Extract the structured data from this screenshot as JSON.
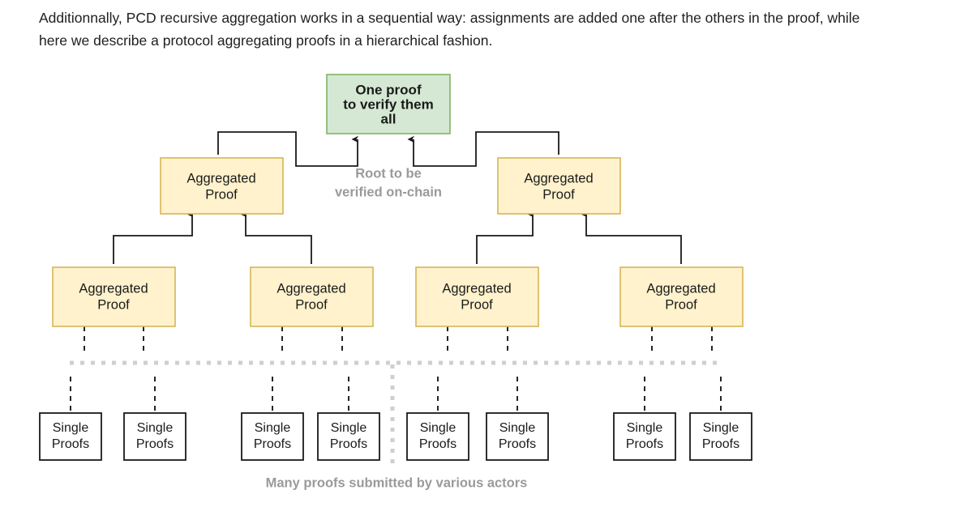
{
  "paragraph": {
    "text": "Additionnally, PCD recursive aggregation works in a sequential way: assignments are added one after the others in the proof, while here we describe a protocol aggregating proofs in a hierarchical fashion."
  },
  "diagram": {
    "root": {
      "label_line1": "One proof",
      "label_line2": "to verify them",
      "label_line3": "all",
      "fill": "#d5e8d4",
      "stroke": "#82b366"
    },
    "root_annotation": {
      "line1": "Root to be",
      "line2": "verified on-chain",
      "color": "#9a9a9a"
    },
    "caption": {
      "text": "Many proofs submitted by various actors",
      "color": "#9a9a9a"
    },
    "aggregated_style": {
      "fill": "#fff2cc",
      "stroke": "#d6b656"
    },
    "single_style": {
      "fill": "#ffffff",
      "stroke": "#1a1a1a"
    },
    "level2": [
      {
        "line1": "Aggregated",
        "line2": "Proof"
      },
      {
        "line1": "Aggregated",
        "line2": "Proof"
      }
    ],
    "level3": [
      {
        "line1": "Aggregated",
        "line2": "Proof"
      },
      {
        "line1": "Aggregated",
        "line2": "Proof"
      },
      {
        "line1": "Aggregated",
        "line2": "Proof"
      },
      {
        "line1": "Aggregated",
        "line2": "Proof"
      }
    ],
    "level4": [
      {
        "line1": "Single",
        "line2": "Proofs"
      },
      {
        "line1": "Single",
        "line2": "Proofs"
      },
      {
        "line1": "Single",
        "line2": "Proofs"
      },
      {
        "line1": "Single",
        "line2": "Proofs"
      },
      {
        "line1": "Single",
        "line2": "Proofs"
      },
      {
        "line1": "Single",
        "line2": "Proofs"
      },
      {
        "line1": "Single",
        "line2": "Proofs"
      },
      {
        "line1": "Single",
        "line2": "Proofs"
      }
    ]
  }
}
